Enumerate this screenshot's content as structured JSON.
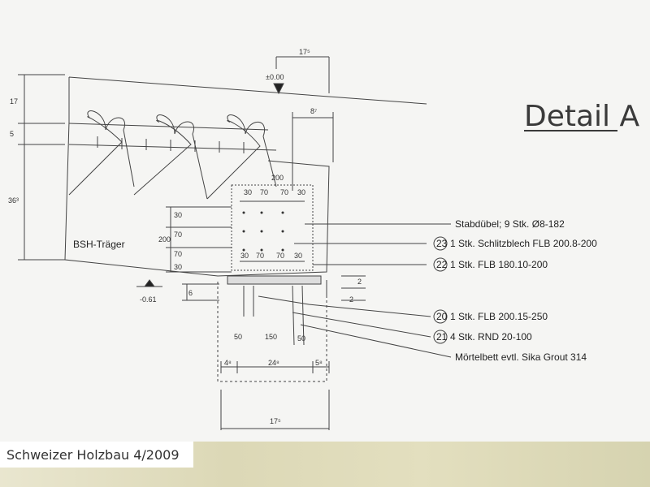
{
  "title": "Detail A",
  "member_label": "BSH-Träger",
  "level_top": "±0.00",
  "level_bottom": "-0.61",
  "dimensions": {
    "top_right": "17⁵",
    "right_small": "8⁷",
    "left_17": "17",
    "left_5": "5",
    "left_36": "36³",
    "plate_width": "200",
    "plate_30a": "30",
    "plate_70a": "70",
    "plate_70b": "70",
    "plate_30b": "30",
    "vert_200": "200",
    "vert_30a": "30",
    "vert_70a": "70",
    "vert_70b": "70",
    "vert_30b": "30",
    "low_30a": "30",
    "low_70a": "70",
    "low_70b": "70",
    "low_30b": "30",
    "left_6": "6",
    "right_2": "2",
    "right_2b": "2",
    "bottom_50": "50",
    "bottom_150": "150",
    "bottom_50b": "50",
    "bottom_4": "4⁸",
    "bottom_24": "24⁸",
    "bottom_5": "5⁸",
    "bottom_17": "17⁵"
  },
  "callouts": [
    {
      "number": "",
      "text": "Stabdübel; 9 Stk. Ø8-182"
    },
    {
      "number": "23",
      "text": "1 Stk. Schlitzblech FLB 200.8-200"
    },
    {
      "number": "22",
      "text": "1 Stk. FLB 180.10-200"
    },
    {
      "number": "20",
      "text": "1 Stk. FLB 200.15-250"
    },
    {
      "number": "21",
      "text": "4 Stk. RND 20-100"
    },
    {
      "number": "",
      "text": "Mörtelbett evtl. Sika Grout 314"
    }
  ],
  "caption": "Schweizer Holzbau 4/2009"
}
